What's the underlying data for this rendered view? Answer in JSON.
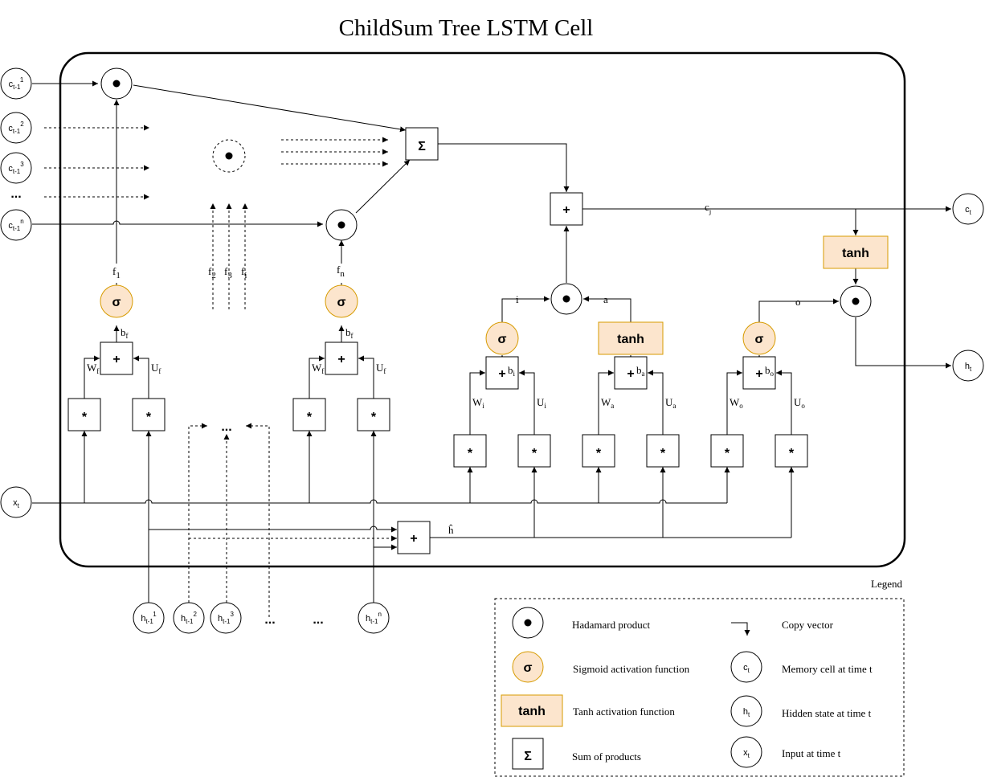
{
  "title": "ChildSum Tree LSTM Cell",
  "symbols": {
    "plus": "+",
    "mult": "*",
    "sigma": "σ",
    "tanh": "tanh",
    "sum": "Σ",
    "ellipsis": "..."
  },
  "inputs": {
    "c1": {
      "base": "c",
      "sub": "t-1",
      "sup": "1"
    },
    "c2": {
      "base": "c",
      "sub": "t-1",
      "sup": "2"
    },
    "c3": {
      "base": "c",
      "sub": "t-1",
      "sup": "3"
    },
    "cn": {
      "base": "c",
      "sub": "t-1",
      "sup": "n"
    },
    "x": {
      "base": "x",
      "sub": "t"
    },
    "h1": {
      "base": "h",
      "sub": "t-1",
      "sup": "1"
    },
    "h2": {
      "base": "h",
      "sub": "t-1",
      "sup": "2"
    },
    "h3": {
      "base": "h",
      "sub": "t-1",
      "sup": "3"
    },
    "hn": {
      "base": "h",
      "sub": "t-1",
      "sup": "n"
    }
  },
  "outputs": {
    "c": {
      "base": "c",
      "sub": "t"
    },
    "h": {
      "base": "h",
      "sub": "t"
    }
  },
  "labels": {
    "f1": {
      "base": "f",
      "sub": "1"
    },
    "f2": {
      "base": "f",
      "sub": "2"
    },
    "f3": {
      "base": "f",
      "sub": "3"
    },
    "fi": {
      "base": "f",
      "sub": "i"
    },
    "fn": {
      "base": "f",
      "sub": "n"
    },
    "bf": {
      "base": "b",
      "sub": "f"
    },
    "Wf": {
      "base": "W",
      "sub": "f"
    },
    "Uf": {
      "base": "U",
      "sub": "f"
    },
    "bi": {
      "base": "b",
      "sub": "i"
    },
    "Wi": {
      "base": "W",
      "sub": "i"
    },
    "Ui": {
      "base": "U",
      "sub": "i"
    },
    "ba": {
      "base": "b",
      "sub": "a"
    },
    "Wa": {
      "base": "W",
      "sub": "a"
    },
    "Ua": {
      "base": "U",
      "sub": "a"
    },
    "bo": {
      "base": "b",
      "sub": "o"
    },
    "Wo": {
      "base": "W",
      "sub": "o"
    },
    "Uo": {
      "base": "U",
      "sub": "o"
    },
    "cj": {
      "base": "c",
      "sub": "j"
    },
    "i": "i",
    "a": "a",
    "o": "o",
    "hsum": "ĥ"
  },
  "legend": {
    "title": "Legend",
    "hadamard": "Hadamard product",
    "sigmoid": "Sigmoid activation function",
    "tanh": "Tanh activation function",
    "sum": "Sum of products",
    "copy": "Copy vector",
    "memory": "Memory cell at time t",
    "hidden": "Hidden state at time t",
    "input": "Input at time t"
  },
  "colors": {
    "activation_fill": "#fce5cd",
    "activation_stroke": "#d79b00",
    "stroke": "#000000"
  }
}
